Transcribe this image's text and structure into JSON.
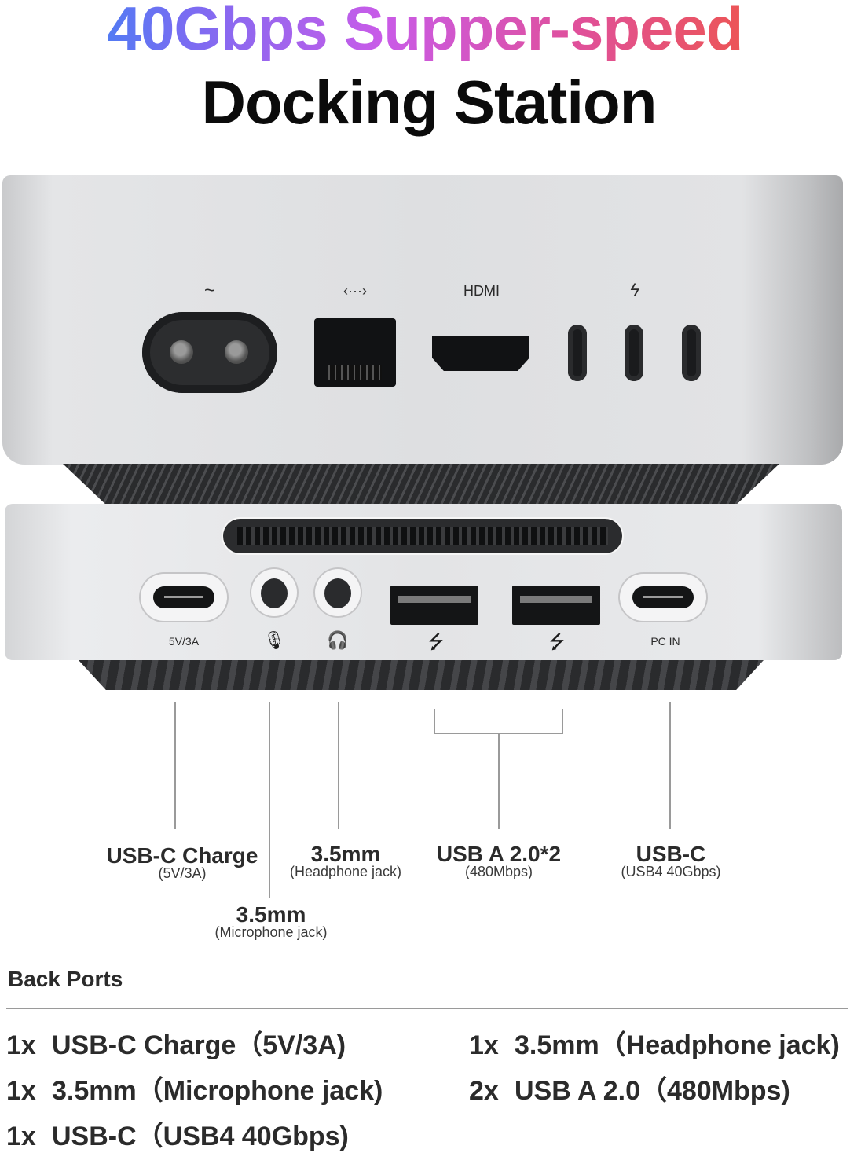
{
  "headline": {
    "line1": "40Gbps Supper-speed",
    "line2": "Docking Station",
    "gradient_colors": [
      "#1f8ef5",
      "#7a6cf2",
      "#c95be8",
      "#e0509a",
      "#f4582a"
    ]
  },
  "mini_pc": {
    "port_symbols": {
      "power": "~",
      "ethernet": "‹···›",
      "hdmi": "HDMI",
      "thunderbolt": "ϟ"
    }
  },
  "dock": {
    "port_labels": {
      "usbc_charge": "5V/3A",
      "microphone": "🎙",
      "headphone": "🎧",
      "usb_a_1": "⭍",
      "usb_a_2": "⭍",
      "usbc_pc_in": "PC IN"
    }
  },
  "callouts": [
    {
      "title": "USB-C Charge",
      "subtitle": "(5V/3A)"
    },
    {
      "title": "3.5mm",
      "subtitle": "(Headphone jack)"
    },
    {
      "title": "USB A 2.0*2",
      "subtitle": "(480Mbps)"
    },
    {
      "title": "USB-C",
      "subtitle": "(USB4 40Gbps)"
    },
    {
      "title": "3.5mm",
      "subtitle": "(Microphone jack)"
    }
  ],
  "back_ports": {
    "title": "Back Ports",
    "items": [
      {
        "qty": "1x",
        "text": "USB-C Charge（5V/3A)"
      },
      {
        "qty": "1x",
        "text": "3.5mm（Headphone jack)"
      },
      {
        "qty": "1x",
        "text": "3.5mm（Microphone jack)"
      },
      {
        "qty": "2x",
        "text": "USB A 2.0（480Mbps)"
      },
      {
        "qty": "1x",
        "text": "USB-C（USB4 40Gbps)"
      }
    ]
  }
}
